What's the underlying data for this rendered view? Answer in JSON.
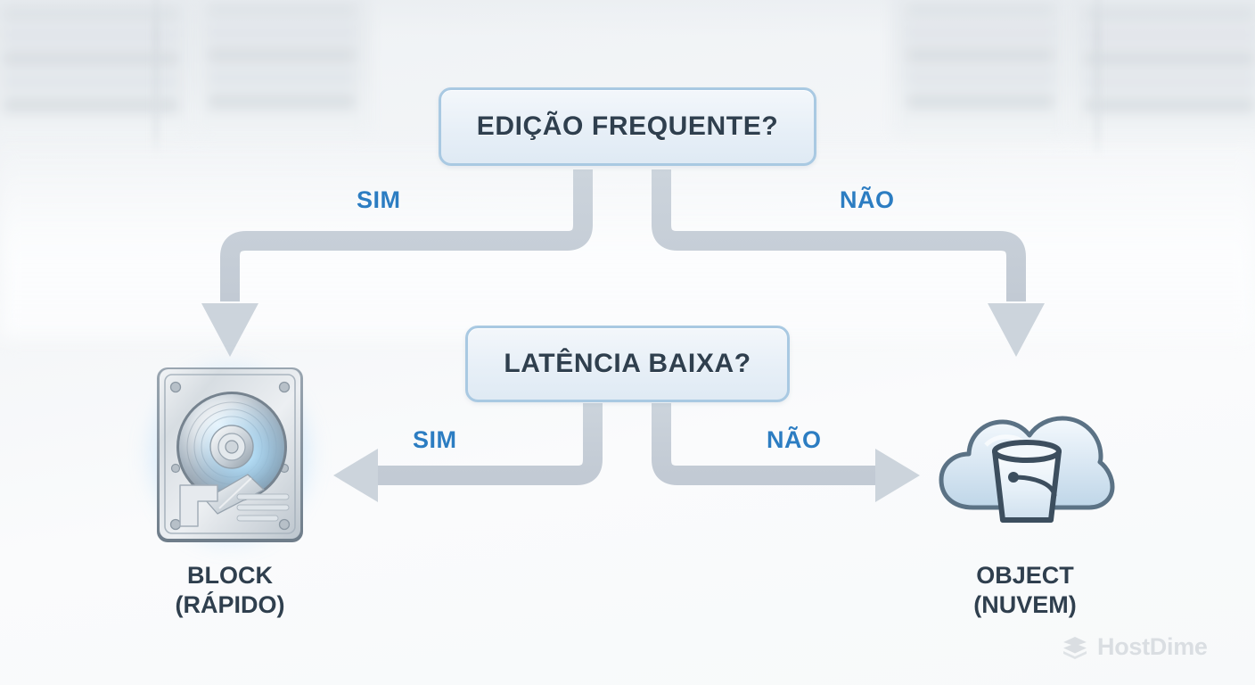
{
  "diagram": {
    "title_context": "Storage decision flowchart",
    "decisions": [
      {
        "id": "edicao-frequente",
        "label": "EDIÇÃO FREQUENTE?"
      },
      {
        "id": "latencia-baixa",
        "label": "LATÊNCIA BAIXA?"
      }
    ],
    "branches": [
      {
        "id": "top-yes",
        "label": "SIM",
        "from": "edicao-frequente",
        "to": "block"
      },
      {
        "id": "top-no",
        "label": "NÃO",
        "from": "edicao-frequente",
        "to": "object"
      },
      {
        "id": "bottom-yes",
        "label": "SIM",
        "from": "latencia-baixa",
        "to": "block"
      },
      {
        "id": "bottom-no",
        "label": "NÃO",
        "from": "latencia-baixa",
        "to": "object"
      }
    ],
    "outcomes": [
      {
        "id": "block",
        "icon": "hard-drive-icon",
        "line1": "BLOCK",
        "line2": "(RÁPIDO)"
      },
      {
        "id": "object",
        "icon": "cloud-bucket-icon",
        "line1": "OBJECT",
        "line2": "(NUVEM)"
      }
    ]
  },
  "brand": {
    "name": "HostDime",
    "logo_icon": "hostdime-stack-logo-icon"
  },
  "colors": {
    "box_border": "#a9c9e2",
    "box_fill": "#e7eff7",
    "text_dark": "#2f3f4e",
    "branch_blue": "#2c7dc2",
    "connector_gray": "#c7cfd8",
    "logo_gray": "#c3c9cf",
    "glow_blue": "#78c8ff"
  }
}
